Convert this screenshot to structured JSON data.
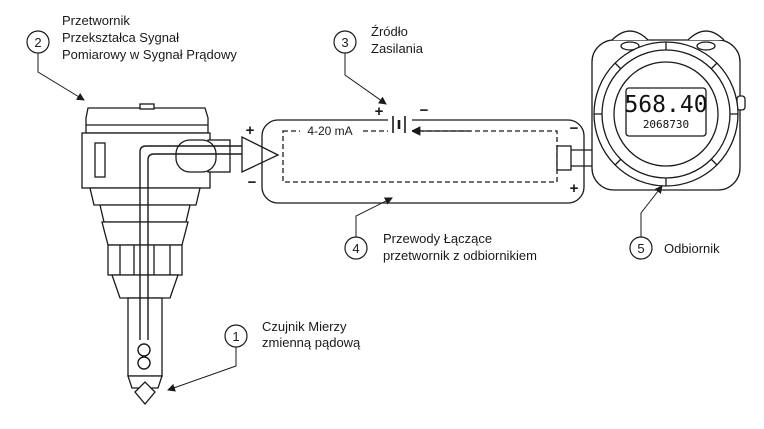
{
  "callouts": [
    {
      "number": "1",
      "lines": [
        "Czujnik Mierzy",
        "zmienną pądową"
      ]
    },
    {
      "number": "2",
      "lines": [
        "Przetwornik",
        "Przekształca Sygnał",
        "Pomiarowy w Sygnał Prądowy"
      ]
    },
    {
      "number": "3",
      "lines": [
        "Źródło",
        "Zasilania"
      ]
    },
    {
      "number": "4",
      "lines": [
        "Przewody Łączące",
        "przetwornik z odbiornikiem"
      ]
    },
    {
      "number": "5",
      "lines": [
        "Odbiornik"
      ]
    }
  ],
  "loop_signal": "4-20 mA",
  "polarity": {
    "plus": "+",
    "minus": "−"
  },
  "display": {
    "main_value": "568.40",
    "secondary_value": "2068730"
  }
}
